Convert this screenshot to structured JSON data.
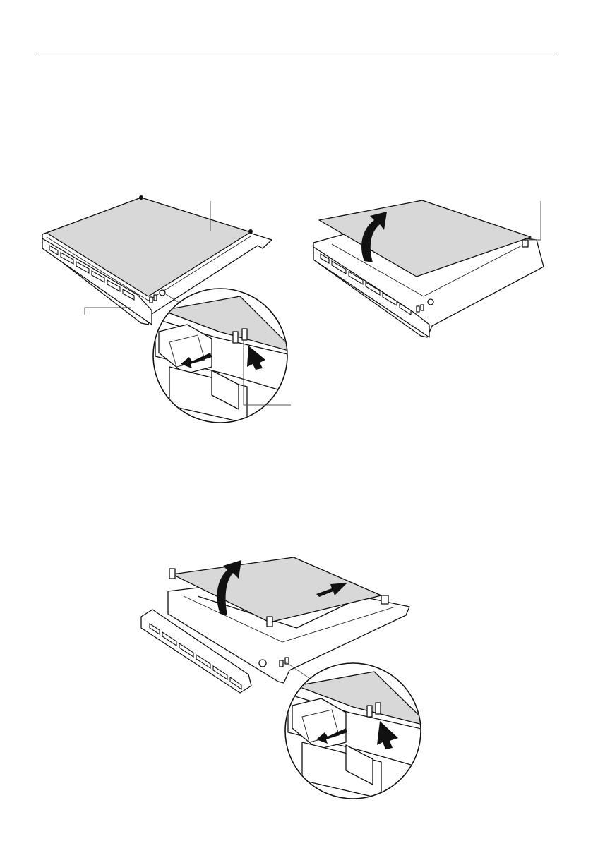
{
  "header": {},
  "figures": [
    {
      "id": "fig-remove-glass-step1",
      "icons": [
        "glass-panel",
        "clip-release-arrow",
        "push-arrow",
        "detail-zoom-circle"
      ]
    },
    {
      "id": "fig-remove-glass-step2",
      "icons": [
        "glass-panel",
        "lift-arrow"
      ]
    },
    {
      "id": "fig-remove-glass-step3",
      "icons": [
        "glass-panel",
        "lift-arrow",
        "slide-arrow",
        "clip-release-arrow",
        "push-arrow",
        "detail-zoom-circle"
      ]
    }
  ],
  "colors": {
    "panel": "#d8d8d8",
    "line": "#111111",
    "callout": "#555555"
  }
}
